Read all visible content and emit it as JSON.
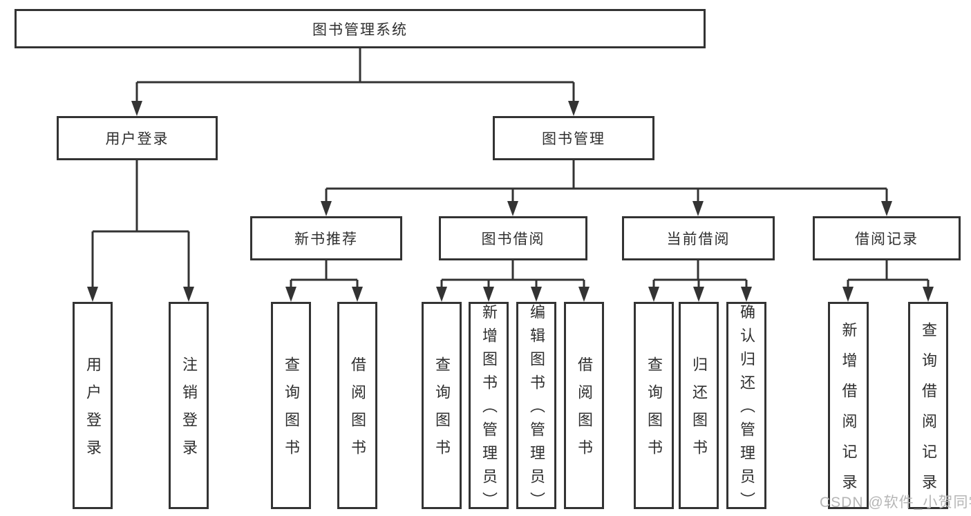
{
  "colors": {
    "line": "#333333",
    "text": "#2f2f2f",
    "box_background": "#ffffff",
    "watermark": "#b5b5b5"
  },
  "watermark": {
    "text": "CSDN @软件_小贺同学"
  },
  "tree": {
    "root": {
      "label": "图书管理系统",
      "children": [
        {
          "label": "用户登录",
          "children": [
            {
              "label": "用户登录"
            },
            {
              "label": "注销登录"
            }
          ]
        },
        {
          "label": "图书管理",
          "children": [
            {
              "label": "新书推荐",
              "children": [
                {
                  "label": "查询图书"
                },
                {
                  "label": "借阅图书"
                }
              ]
            },
            {
              "label": "图书借阅",
              "children": [
                {
                  "label": "查询图书"
                },
                {
                  "label": "新增图书（管理员）"
                },
                {
                  "label": "编辑图书（管理员）"
                },
                {
                  "label": "借阅图书"
                }
              ]
            },
            {
              "label": "当前借阅",
              "children": [
                {
                  "label": "查询图书"
                },
                {
                  "label": "归还图书"
                },
                {
                  "label": "确认归还（管理员）"
                }
              ]
            },
            {
              "label": "借阅记录",
              "children": [
                {
                  "label": "新增借阅记录"
                },
                {
                  "label": "查询借阅记录"
                }
              ]
            }
          ]
        }
      ]
    }
  }
}
